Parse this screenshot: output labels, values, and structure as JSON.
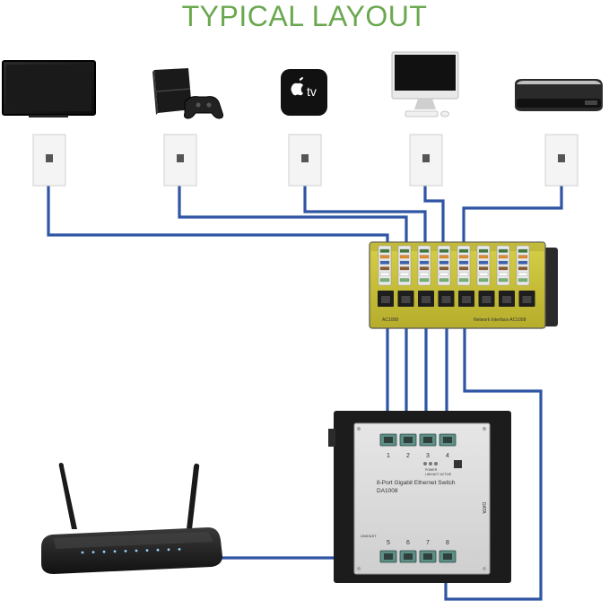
{
  "title": "TYPICAL LAYOUT",
  "devices": [
    {
      "name": "television"
    },
    {
      "name": "game-console"
    },
    {
      "name": "streaming-box",
      "label": "tv"
    },
    {
      "name": "desktop-computer"
    },
    {
      "name": "media-receiver"
    }
  ],
  "patch_panel": {
    "model_left": "AC1008",
    "model_right": "Network Interface AC1008"
  },
  "switch": {
    "label_line1": "8-Port Gigabit Ethernet Switch",
    "label_line2": "DA1008",
    "ports_top": [
      "1",
      "2",
      "3",
      "4"
    ],
    "ports_bottom": [
      "5",
      "6",
      "7",
      "8"
    ],
    "uplink_label": "UNICAST",
    "side_label": "DATA",
    "led_label": "POWER",
    "led_label2": "LINK/ACT ACTIVE"
  },
  "colors": {
    "title": "#6aa84f",
    "cable": "#2f55a4",
    "panel": "#c9c23a",
    "switch_face": "#d9d9d9",
    "switch_frame": "#1c1c1c"
  }
}
